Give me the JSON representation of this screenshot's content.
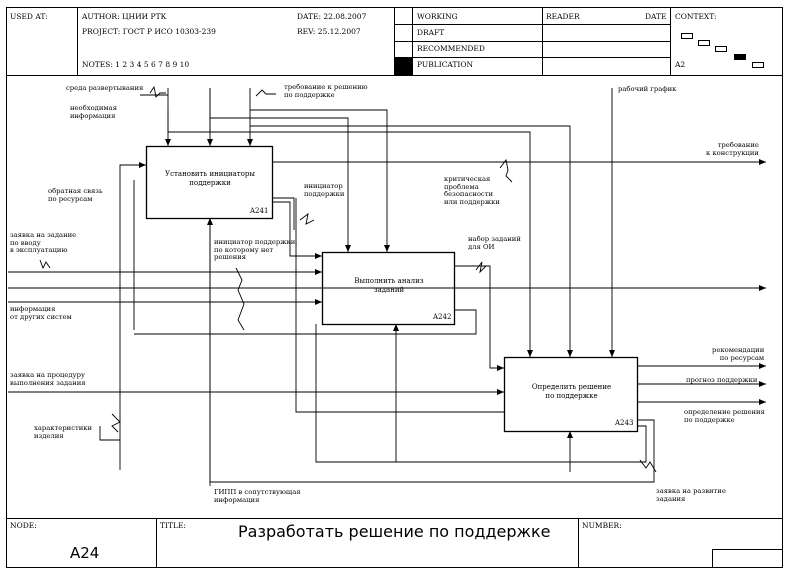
{
  "header": {
    "used_at": "USED AT:",
    "author": "AUTHOR:  ЦНИИ РТК",
    "project": "PROJECT:  ГОСТ Р ИСО 10303-239",
    "notes": "NOTES:  1  2  3  4  5  6  7  8  9  10",
    "date": "DATE:  22.08.2007",
    "rev": "REV:    25.12.2007",
    "status": [
      "WORKING",
      "DRAFT",
      "RECOMMENDED",
      "PUBLICATION"
    ],
    "reader": "READER",
    "reader_date": "DATE",
    "context": "CONTEXT:",
    "context_node": "A2"
  },
  "boxes": [
    {
      "name": "Установить инициаторы\nподдержки",
      "id": "A241"
    },
    {
      "name": "Выполнить анализ\nзаданий",
      "id": "A242"
    },
    {
      "name": "Определить решение\nпо поддержке",
      "id": "A243"
    }
  ],
  "arrows": {
    "env": "среда развертывания",
    "needed_info": "необходимая\nинформация",
    "support_req": "требование к решению\nпо поддержке",
    "schedule": "рабочий график",
    "design_req": "требование\nк конструкции",
    "feedback": "обратная связь\nпо ресурсам",
    "critical": "критическая\nпроблема\nбезопасности\nили поддержки",
    "initiator": "инициатор\nподдержки",
    "ops_request": "заявка на задание\nпо вводу\nв эксплуатацию",
    "no_solution": "инициатор поддержки,\nпо которому нет\nрешения",
    "task_set": "набор заданий\nдля ОИ",
    "other_sys": "информация\nот других систем",
    "proc_request": "заявка на процедуру\nвыполнения задания",
    "recommend": "рекомендации\nпо ресурсам",
    "forecast": "прогноз поддержки",
    "decision": "определение решения\nпо поддержке",
    "characteristics": "характеристики\nизделия",
    "gipp": "ГИПП в сопутствующая\nинформация",
    "dev_request": "заявка на развитие\nзадания"
  },
  "footer": {
    "node_label": "NODE:",
    "node": "A24",
    "title_label": "TITLE:",
    "title": "Разработать  решение по  поддержке",
    "number_label": "NUMBER:"
  }
}
